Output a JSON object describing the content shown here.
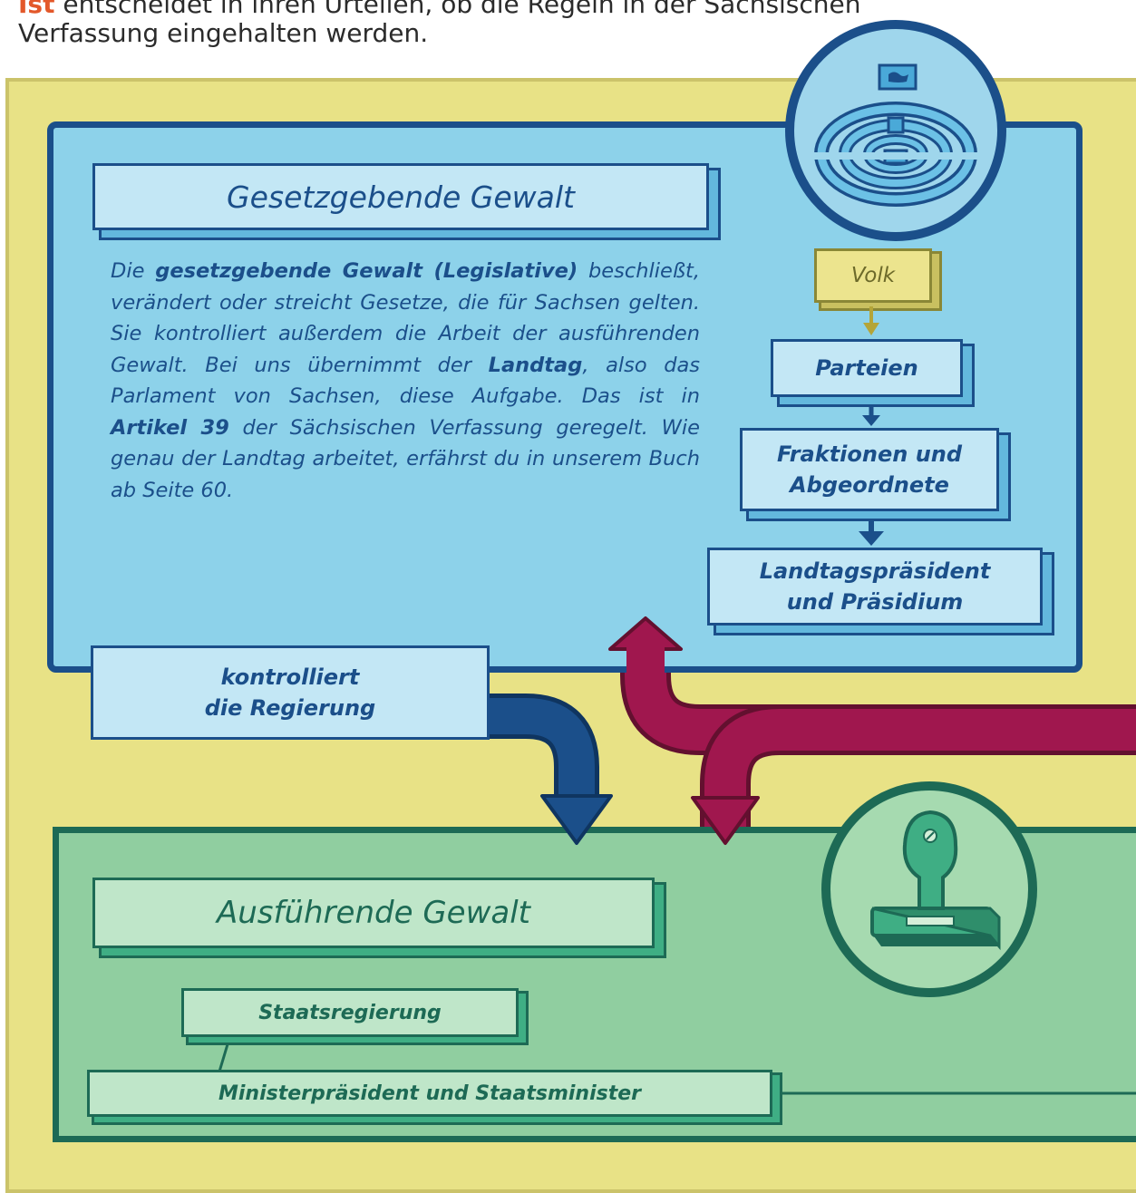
{
  "intro": {
    "line1_highlight": "Ist",
    "line1_rest": " entscheidet in ihren Urteilen, ob die Regeln in der Sächsischen",
    "line2": "Verfassung eingehalten werden."
  },
  "legislative": {
    "title": "Gesetzgebende Gewalt",
    "paragraph": [
      {
        "text": "Die ",
        "bold": false
      },
      {
        "text": "gesetzgebende Gewalt (Legislative)",
        "bold": true
      },
      {
        "text": " beschließt, verändert oder streicht Gesetze, die für Sachsen gelten. Sie kontrolliert außerdem die Arbeit der ausführenden Gewalt. Bei uns übernimmt der ",
        "bold": false
      },
      {
        "text": "Landtag",
        "bold": true
      },
      {
        "text": ", also das Parlament von Sachsen, diese Aufgabe. Das ist in ",
        "bold": false
      },
      {
        "text": "Artikel 39",
        "bold": true
      },
      {
        "text": " der Sächsischen Verfassung geregelt. Wie genau der Landtag arbeitet, erfährst du in unserem Buch ab Seite 60.",
        "bold": false
      }
    ],
    "chain": {
      "volk": "Volk",
      "parteien": "Parteien",
      "fraktionen_line1": "Fraktionen und",
      "fraktionen_line2": "Abgeordnete",
      "praesident_line1": "Landtagspräsident",
      "praesident_line2": "und Präsidium"
    },
    "icon": "parliament-icon"
  },
  "control": {
    "line1": "kontrolliert",
    "line2": "die Regierung"
  },
  "executive": {
    "title": "Ausführende Gewalt",
    "staatsregierung": "Staatsregierung",
    "minister": "Ministerpräsident und Staatsminister",
    "icon": "stamp-icon"
  },
  "colors": {
    "blue_dark": "#1b4f8a",
    "blue_light": "#8dd2ea",
    "green_dark": "#1d6a55",
    "green_light": "#90cea0",
    "yellow": "#e8e286",
    "crimson": "#a0174e"
  }
}
